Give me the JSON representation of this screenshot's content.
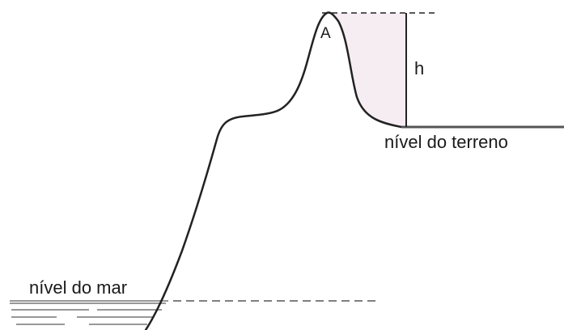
{
  "diagram": {
    "labels": {
      "peak": "A",
      "height": "h",
      "ground_level": "nível do terreno",
      "sea_level": "nível do mar"
    },
    "colors": {
      "line": "#222222",
      "shade": "#f6edf3",
      "ground_line": "#555555",
      "sea_lines": "#777777"
    }
  }
}
